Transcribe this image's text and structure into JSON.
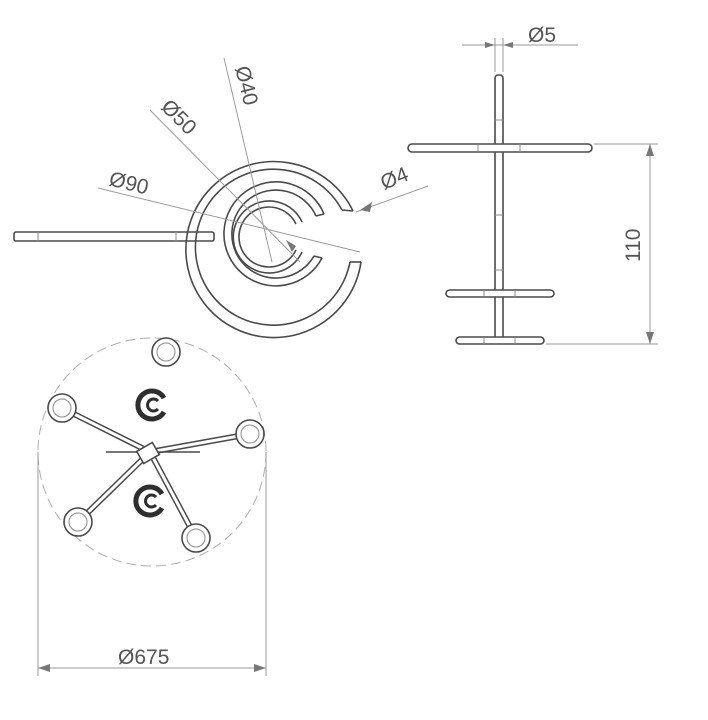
{
  "dimensions": {
    "outer_ring": "Ø90",
    "middle_ring": "Ø50",
    "inner_ring": "Ø40",
    "wire": "Ø4",
    "shaft": "Ø5",
    "height": "110",
    "overall": "Ø675"
  },
  "colors": {
    "line": "#4a4a4a",
    "dimension": "#9a9a9a",
    "text": "#555555"
  }
}
